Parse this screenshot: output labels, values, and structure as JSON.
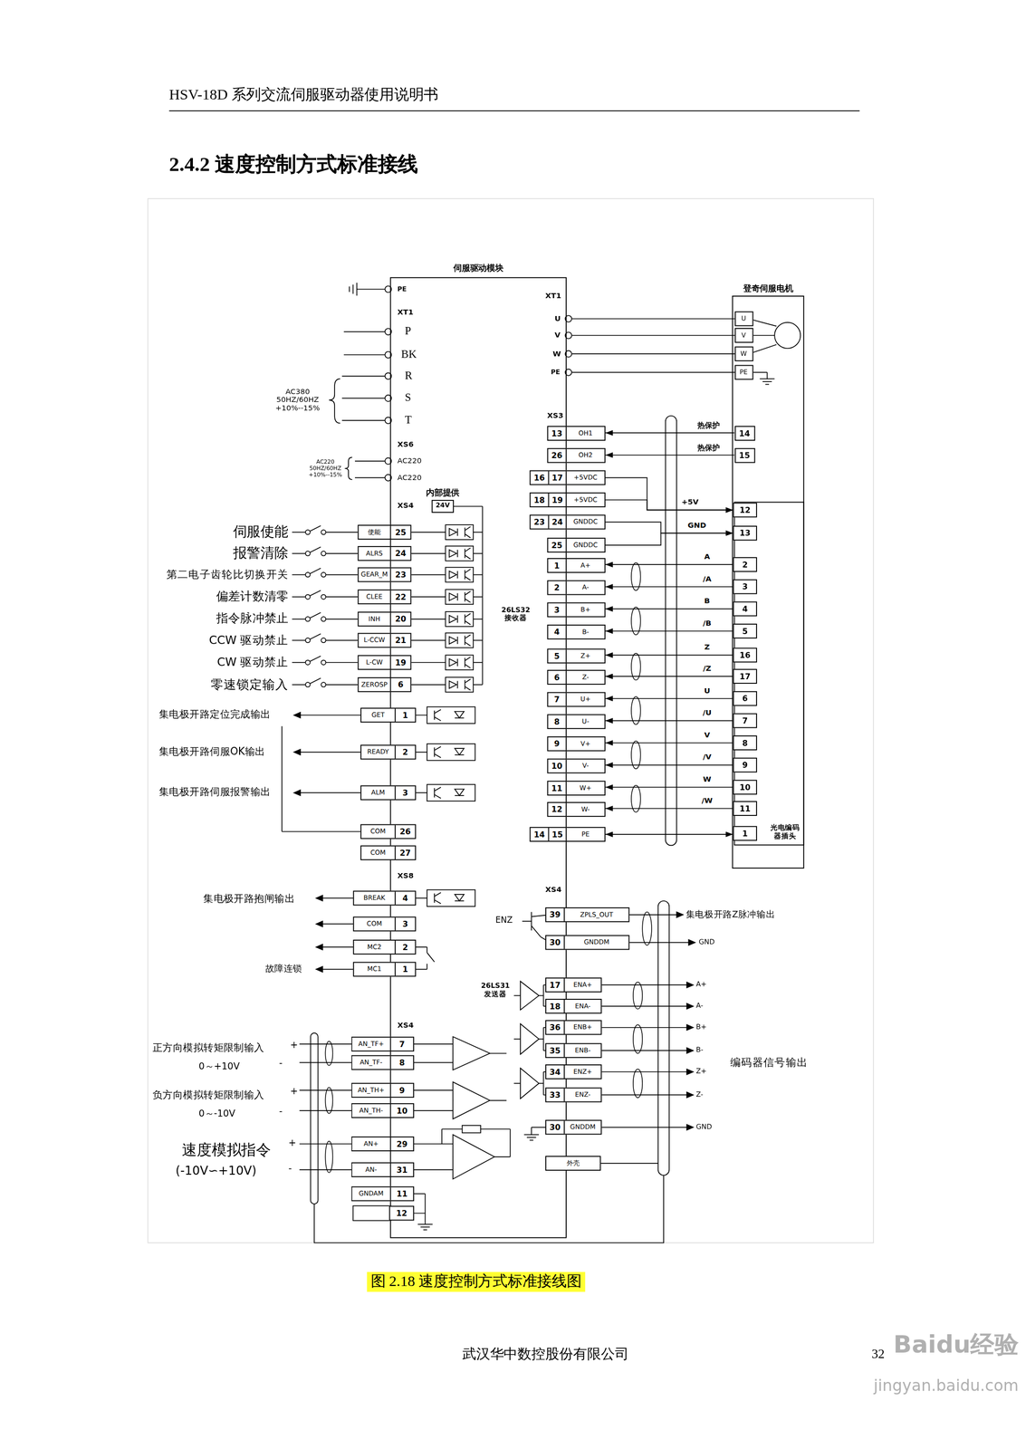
{
  "diagram": {
    "title": "2.4.2 速度控制方式标准接线",
    "caption": "图 2.18 速度控制方式标准接线图",
    "nodes": [
      {
        "text": [
          "伺服驱动模块"
        ]
      },
      {
        "text": [
          "登奇伺服电机"
        ]
      },
      {
        "text": [
          "U"
        ],
        "in": 1
      },
      {
        "text": [
          "V"
        ],
        "in": 1
      },
      {
        "text": [
          "W"
        ],
        "in": 1
      },
      {
        "text": [
          "PE"
        ],
        "in": 1
      },
      {
        "text": [
          "内部提供",
          "24V"
        ]
      },
      {
        "text": [
          "使能",
          "25"
        ]
      },
      {
        "text": [
          "ALRS",
          "24"
        ]
      },
      {
        "text": [
          "GEAR_M",
          "23"
        ]
      },
      {
        "text": [
          "CLEE",
          "22"
        ]
      },
      {
        "text": [
          "INH",
          "20"
        ]
      },
      {
        "text": [
          "L-CCW",
          "21"
        ]
      },
      {
        "text": [
          "L-CW",
          "19"
        ]
      },
      {
        "text": [
          "ZEROSP",
          "6"
        ]
      },
      {
        "text": [
          "13",
          "OH1"
        ]
      },
      {
        "text": [
          "26",
          "OH2"
        ]
      },
      {
        "text": [
          "16",
          "17",
          "+5VDC"
        ]
      },
      {
        "text": [
          "18",
          "19",
          "+5VDC"
        ]
      },
      {
        "text": [
          "23",
          "24",
          "GNDDC"
        ]
      },
      {
        "text": [
          "25",
          "GNDDC"
        ]
      },
      {
        "text": [
          "1",
          "A+"
        ]
      },
      {
        "text": [
          "2",
          "A-"
        ]
      },
      {
        "text": [
          "3",
          "B+"
        ]
      },
      {
        "text": [
          "4",
          "B-"
        ]
      },
      {
        "text": [
          "5",
          "Z+"
        ]
      },
      {
        "text": [
          "6",
          "Z-"
        ]
      },
      {
        "text": [
          "7",
          "U+"
        ]
      },
      {
        "text": [
          "8",
          "U-"
        ]
      },
      {
        "text": [
          "9",
          "V+"
        ]
      },
      {
        "text": [
          "10",
          "V-"
        ]
      },
      {
        "text": [
          "11",
          "W+"
        ]
      },
      {
        "text": [
          "12",
          "W-"
        ]
      },
      {
        "text": [
          "14",
          "15",
          "PE"
        ]
      },
      {
        "text": [
          "14"
        ],
        "in": 1
      },
      {
        "text": [
          "15"
        ],
        "in": 1
      },
      {
        "text": [
          "光电编码器插头"
        ],
        "in": 1
      },
      {
        "text": [
          "12"
        ],
        "in": 36
      },
      {
        "text": [
          "13"
        ],
        "in": 36
      },
      {
        "text": [
          "2"
        ],
        "in": 36
      },
      {
        "text": [
          "3"
        ],
        "in": 36
      },
      {
        "text": [
          "4"
        ],
        "in": 36
      },
      {
        "text": [
          "5"
        ],
        "in": 36
      },
      {
        "text": [
          "16"
        ],
        "in": 36
      },
      {
        "text": [
          "17"
        ],
        "in": 36
      },
      {
        "text": [
          "6"
        ],
        "in": 36
      },
      {
        "text": [
          "7"
        ],
        "in": 36
      },
      {
        "text": [
          "8"
        ],
        "in": 36
      },
      {
        "text": [
          "9"
        ],
        "in": 36
      },
      {
        "text": [
          "10"
        ],
        "in": 36
      },
      {
        "text": [
          "11"
        ],
        "in": 36
      },
      {
        "text": [
          "1"
        ],
        "in": 36
      },
      {
        "text": [
          "GET",
          "1"
        ]
      },
      {
        "text": [
          "READY",
          "2"
        ]
      },
      {
        "text": [
          "ALM",
          "3"
        ]
      },
      {
        "text": [
          "COM",
          "26"
        ]
      },
      {
        "text": [
          "COM",
          "27"
        ]
      },
      {
        "text": [
          "BREAK",
          "4"
        ]
      },
      {
        "text": [
          "COM",
          "3"
        ]
      },
      {
        "text": [
          "MC2",
          "2"
        ]
      },
      {
        "text": [
          "MC1",
          "1"
        ]
      },
      {
        "text": [
          "39",
          "ZPLS_OUT"
        ]
      },
      {
        "text": [
          "30",
          "GNDDM"
        ]
      },
      {
        "text": [
          "17",
          "ENA+"
        ]
      },
      {
        "text": [
          "18",
          "ENA-"
        ]
      },
      {
        "text": [
          "36",
          "ENB+"
        ]
      },
      {
        "text": [
          "35",
          "ENB-"
        ]
      },
      {
        "text": [
          "34",
          "ENZ+"
        ]
      },
      {
        "text": [
          "33",
          "ENZ-"
        ]
      },
      {
        "text": [
          "30",
          "GNDDM"
        ]
      },
      {
        "text": [
          "外壳"
        ]
      },
      {
        "text": [
          "AN_TF+",
          "7"
        ]
      },
      {
        "text": [
          "AN_TF-",
          "8"
        ]
      },
      {
        "text": [
          "AN_TH+",
          "9"
        ]
      },
      {
        "text": [
          "AN_TH-",
          "10"
        ]
      },
      {
        "text": [
          "AN+",
          "29"
        ]
      },
      {
        "text": [
          "AN-",
          "31"
        ]
      },
      {
        "text": [
          "GNDAM",
          "11"
        ]
      },
      {
        "text": [
          "12"
        ]
      }
    ],
    "edges": [
      {
        "from": 34,
        "to": 15,
        "arrow": "to",
        "label": "热保护"
      },
      {
        "from": 35,
        "to": 16,
        "arrow": "to",
        "label": "热保护"
      },
      {
        "from": 17,
        "to": 37,
        "arrow": "to",
        "label": "+5V"
      },
      {
        "from": 18,
        "to": 37,
        "arrow": "to"
      },
      {
        "from": 19,
        "to": 38,
        "arrow": "to",
        "label": "GND"
      },
      {
        "from": 20,
        "to": 38,
        "arrow": "to"
      },
      {
        "from": 39,
        "to": 21,
        "arrow": "to",
        "label": "A"
      },
      {
        "from": 40,
        "to": 22,
        "arrow": "to",
        "label": "/A"
      },
      {
        "from": 41,
        "to": 23,
        "arrow": "to",
        "label": "B"
      },
      {
        "from": 42,
        "to": 24,
        "arrow": "to",
        "label": "/B"
      },
      {
        "from": 43,
        "to": 25,
        "arrow": "to",
        "label": "Z"
      },
      {
        "from": 44,
        "to": 26,
        "arrow": "to",
        "label": "/Z"
      },
      {
        "from": 45,
        "to": 27,
        "arrow": "to",
        "label": "U"
      },
      {
        "from": 46,
        "to": 28,
        "arrow": "to",
        "label": "/U"
      },
      {
        "from": 47,
        "to": 29,
        "arrow": "to",
        "label": "V"
      },
      {
        "from": 48,
        "to": 30,
        "arrow": "to",
        "label": "/V"
      },
      {
        "from": 49,
        "to": 31,
        "arrow": "to",
        "label": "W"
      },
      {
        "from": 50,
        "to": 32,
        "arrow": "to",
        "label": "/W"
      },
      {
        "from": 33,
        "to": 51,
        "arrow": "both"
      }
    ],
    "labels": [
      "HSV-18D 系列交流伺服驱动器使用说明书",
      "武汉华中数控股份有限公司",
      "32",
      "Baidu经验",
      "jingyan.baidu.com",
      "PE",
      "XT1",
      "P",
      "BK",
      "R",
      "S",
      "T",
      "AC380 50HZ/60HZ +10%--15%",
      "XS6",
      "AC220",
      "AC220",
      "AC220 50HZ/60HZ +10%--15%",
      "XS4",
      "伺服使能",
      "报警清除",
      "第二电子齿轮比切换开关",
      "偏差计数清零",
      "指令脉冲禁止",
      "CCW 驱动禁止",
      "CW 驱动禁止",
      "零速锁定输入",
      "集电极开路定位完成输出",
      "集电极开路伺服OK输出",
      "集电极开路伺服报警输出",
      "XS8",
      "集电极开路抱闸输出",
      "故障连锁",
      "XS4",
      "正方向模拟转矩限制输入",
      "+",
      "0～+10V",
      "-",
      "负方向模拟转矩限制输入",
      "+",
      "0～-10V",
      "-",
      "速度模拟指令",
      "+",
      "(-10V∽+10V)",
      "-",
      "XT1",
      "U",
      "V",
      "W",
      "PE",
      "XS3",
      "26LS32 接收器",
      "XS4",
      "ENZ",
      "集电极开路Z脉冲输出",
      "GND",
      "26LS31 发送器",
      "A+",
      "A-",
      "B+",
      "B-",
      "Z+",
      "Z-",
      "编码器信号输出",
      "GND"
    ]
  }
}
